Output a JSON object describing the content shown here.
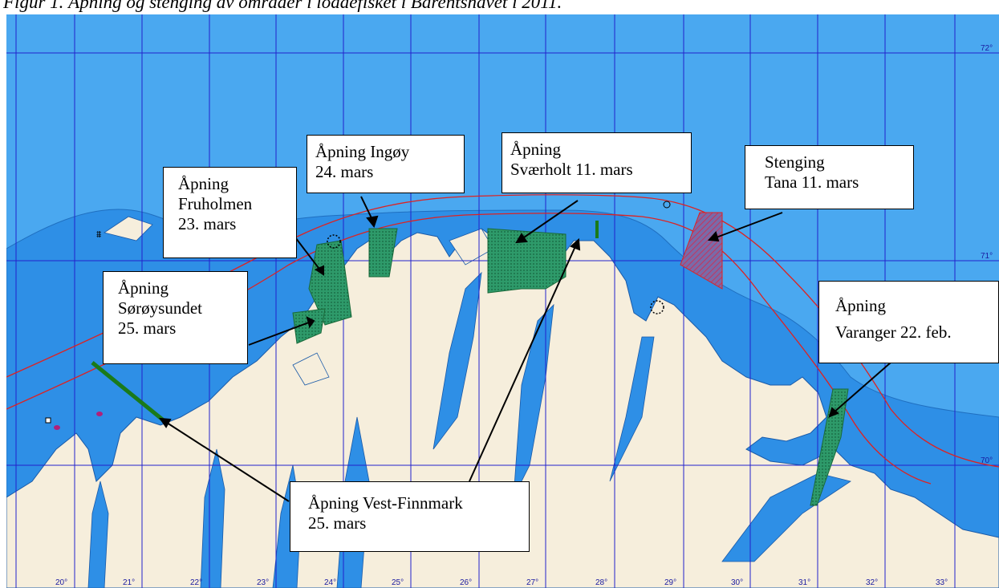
{
  "caption": "Figur 1. Åpning og stenging av områder i loddefisket i Barentshavet i 2011.",
  "colors": {
    "sea": "#4aa8f0",
    "coastal_sea": "#2e8fe6",
    "land": "#f6eedc",
    "grid": "#2222cc",
    "boundary": "#dd2222",
    "open_area": "#2e9a6a",
    "closed_area": "#cc3344",
    "line_marker": "#1a7a1a"
  },
  "longitude_labels": [
    "20°",
    "21°",
    "22°",
    "23°",
    "24°",
    "25°",
    "26°",
    "27°",
    "28°",
    "29°",
    "30°",
    "31°",
    "32°",
    "33°"
  ],
  "latitude_labels": [
    "72°",
    "71°",
    "70°"
  ],
  "callouts": [
    {
      "id": "ingoy",
      "lines": [
        "Åpning Ingøy",
        "24. mars"
      ]
    },
    {
      "id": "svaerholt",
      "lines": [
        "Åpning",
        "Sværholt 11. mars"
      ]
    },
    {
      "id": "tana",
      "lines": [
        "Stenging",
        "Tana 11. mars"
      ]
    },
    {
      "id": "fruholmen",
      "lines": [
        "Åpning",
        "Fruholmen",
        "23. mars"
      ]
    },
    {
      "id": "soroysundet",
      "lines": [
        "Åpning",
        "Sørøysundet",
        "25. mars"
      ]
    },
    {
      "id": "varanger",
      "lines": [
        "Åpning",
        "Varanger 22. feb."
      ]
    },
    {
      "id": "vest_finnmark",
      "lines": [
        "Åpning Vest-Finnmark",
        "25. mars"
      ]
    }
  ]
}
